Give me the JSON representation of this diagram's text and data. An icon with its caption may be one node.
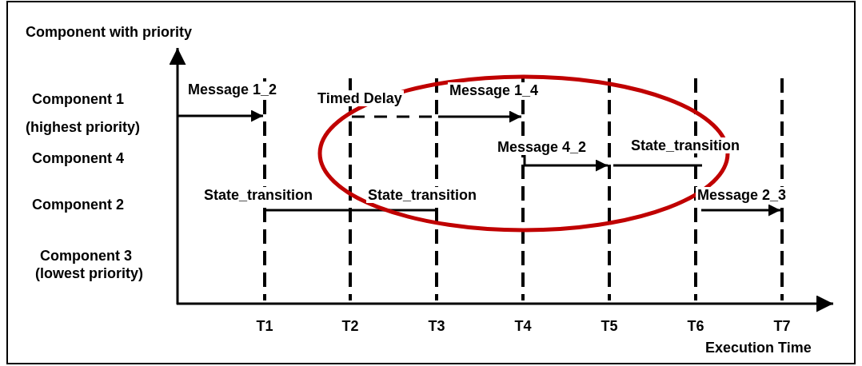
{
  "diagram": {
    "labels": [
      "Component with priority",
      "Message 1_2",
      "Timed Delay",
      "Message 1_4",
      "Component 1",
      "(highest priority)",
      "Message 4_2",
      "State_transition",
      "Component 4",
      "State_transition",
      "State_transition",
      "Message 2_3",
      "Component 2",
      "Component 3",
      "(lowest priority)",
      "T1",
      "T2",
      "T3",
      "T4",
      "T5",
      "T6",
      "T7",
      "Execution Time"
    ]
  }
}
